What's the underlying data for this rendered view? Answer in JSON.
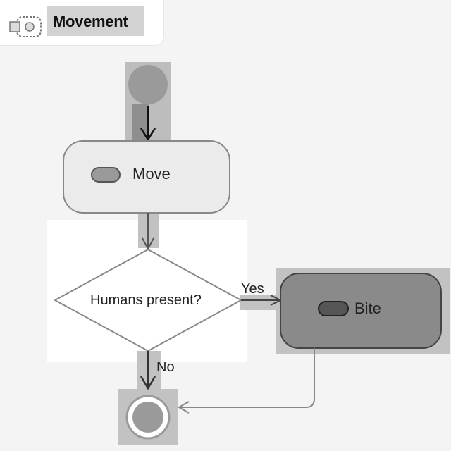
{
  "header": {
    "title": "Movement",
    "icon": "activity-diagram-icon"
  },
  "diagram": {
    "nodes": {
      "start": {
        "type": "initial-node"
      },
      "move": {
        "type": "action",
        "label": "Move",
        "icon": "action-icon"
      },
      "decision": {
        "type": "decision",
        "label": "Humans present?"
      },
      "bite": {
        "type": "action",
        "label": "Bite",
        "icon": "action-icon"
      },
      "end": {
        "type": "final-node"
      }
    },
    "edges": {
      "yes_label": "Yes",
      "no_label": "No"
    }
  },
  "colors": {
    "action_fill": "#ebebeb",
    "bite_fill": "#8a8a8a",
    "node_gray": "#9a9a9a",
    "highlight": "#bdbdbd"
  }
}
